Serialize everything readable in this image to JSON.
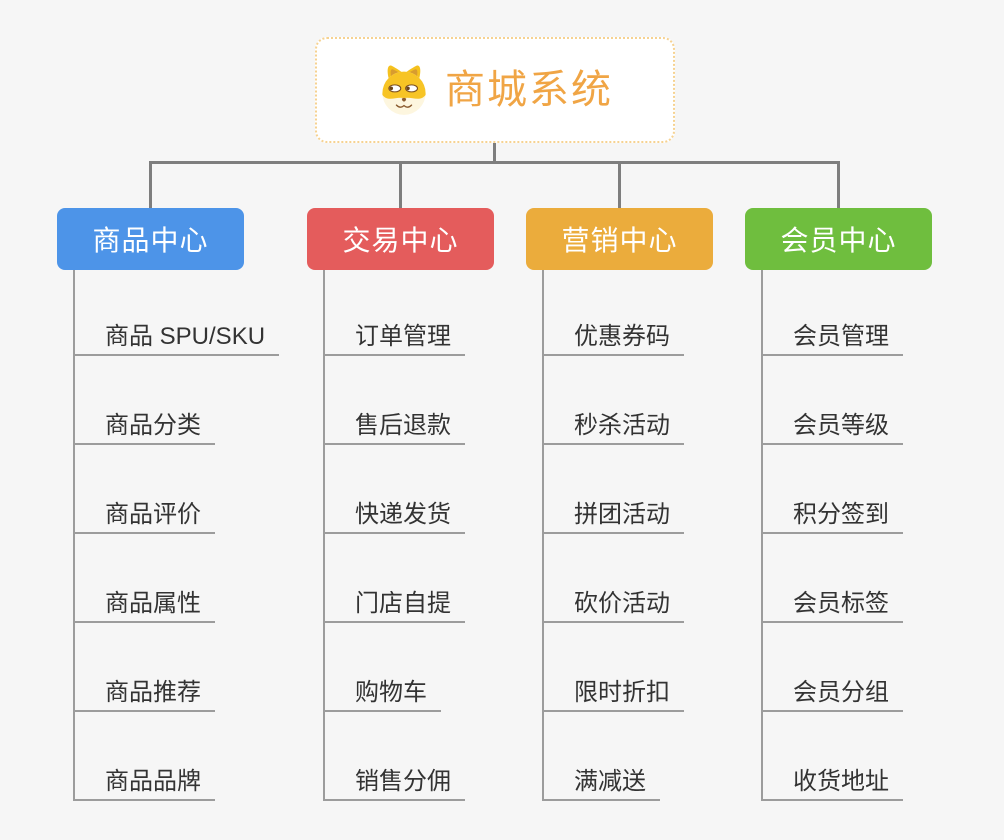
{
  "page": {
    "background": "#f6f6f6",
    "connector_color": "#7e7e7e"
  },
  "root": {
    "title": "商城系统",
    "icon": "dog-face-icon",
    "title_color": "#f0a545",
    "border_color": "#f6d291"
  },
  "branches": [
    {
      "label": "商品中心",
      "color": "#4d94e8",
      "children": [
        "商品 SPU/SKU",
        "商品分类",
        "商品评价",
        "商品属性",
        "商品推荐",
        "商品品牌"
      ]
    },
    {
      "label": "交易中心",
      "color": "#e45c5c",
      "children": [
        "订单管理",
        "售后退款",
        "快递发货",
        "门店自提",
        "购物车",
        "销售分佣"
      ]
    },
    {
      "label": "营销中心",
      "color": "#ebac3c",
      "children": [
        "优惠券码",
        "秒杀活动",
        "拼团活动",
        "砍价活动",
        "限时折扣",
        "满减送"
      ]
    },
    {
      "label": "会员中心",
      "color": "#6fbe3e",
      "children": [
        "会员管理",
        "会员等级",
        "积分签到",
        "会员标签",
        "会员分组",
        "收货地址"
      ]
    }
  ]
}
